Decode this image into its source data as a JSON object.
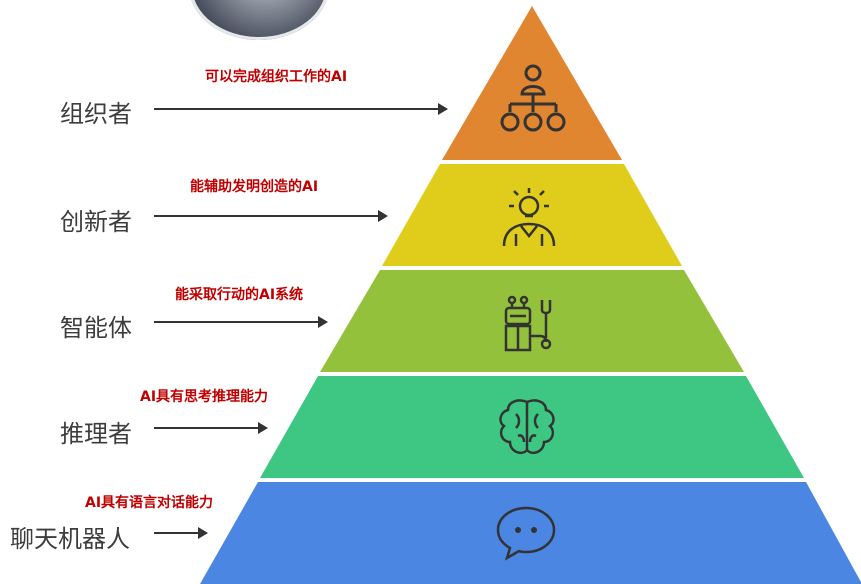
{
  "levels": [
    {
      "label": "组织者",
      "desc": "可以完成组织工作的AI",
      "icon": "org-chart-icon",
      "color": "#e08630"
    },
    {
      "label": "创新者",
      "desc": "能辅助发明创造的AI",
      "icon": "lightbulb-person-icon",
      "color": "#e0cc1b"
    },
    {
      "label": "智能体",
      "desc": "能采取行动的AI系统",
      "icon": "robot-wrench-icon",
      "color": "#93c13c"
    },
    {
      "label": "推理者",
      "desc": "AI具有思考推理能力",
      "icon": "brain-icon",
      "color": "#3ec782"
    },
    {
      "label": "聊天机器人",
      "desc": "AI具有语言对话能力",
      "icon": "chat-bubble-icon",
      "color": "#4a86e2"
    }
  ]
}
